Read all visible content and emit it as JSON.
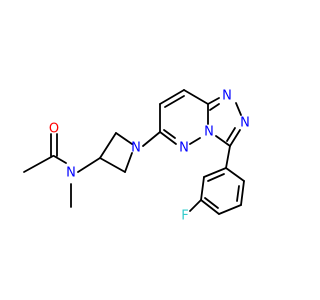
{
  "molecule": {
    "atom_colors": {
      "O": "#ff0000",
      "N": "#0000ff",
      "F": "#33cccc",
      "bond": "#000000"
    },
    "labels": {
      "carbonyl_o": "O",
      "amide_n": "N",
      "azetidine_n": "N",
      "pyridazine_n1": "N",
      "pyridazine_n2": "N",
      "triazole_n1": "N",
      "triazole_n2": "N",
      "fluorine": "F"
    }
  }
}
